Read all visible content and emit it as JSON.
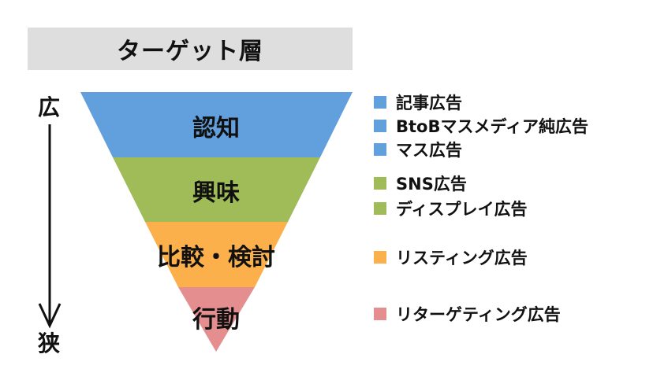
{
  "header": {
    "title": "ターゲット層"
  },
  "scale": {
    "top": "広",
    "bottom": "狭"
  },
  "colors": {
    "awareness": "#629fdd",
    "interest": "#9fbc58",
    "compare": "#fbb04b",
    "action": "#e58e90"
  },
  "stages": [
    {
      "label": "認知"
    },
    {
      "label": "興味"
    },
    {
      "label": "比較・検討"
    },
    {
      "label": "行動"
    }
  ],
  "legend": [
    {
      "label": "記事広告",
      "color": "#629fdd"
    },
    {
      "label": "BtoBマスメディア純広告",
      "color": "#629fdd"
    },
    {
      "label": "マス広告",
      "color": "#629fdd"
    },
    {
      "label": "SNS広告",
      "color": "#9fbc58"
    },
    {
      "label": "ディスプレイ広告",
      "color": "#9fbc58"
    },
    {
      "label": "リスティング広告",
      "color": "#fbb04b"
    },
    {
      "label": "リターゲティング広告",
      "color": "#e58e90"
    }
  ]
}
